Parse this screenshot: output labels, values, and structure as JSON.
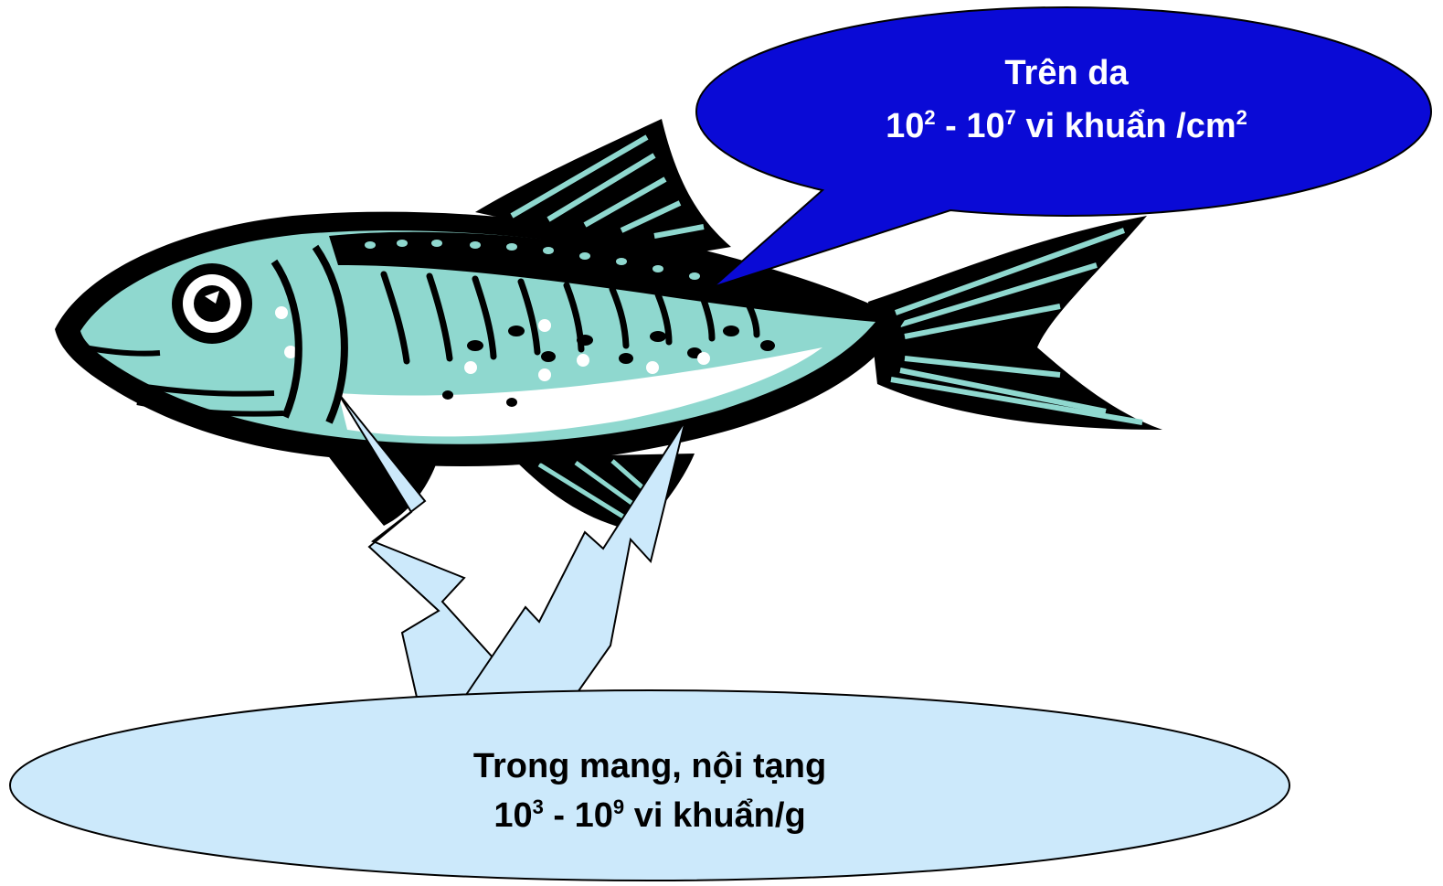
{
  "skin_callout": {
    "line1": "Trên da",
    "line2_a": "10",
    "line2_a_exp": "2",
    "line2_sep": " - 10",
    "line2_b_exp": "7",
    "line2_tail": " vi khuẩn /cm",
    "line2_tail_exp": "2",
    "fill_color": "#0a0ad6",
    "text_color": "#ffffff"
  },
  "internal_callout": {
    "line1": "Trong mang, nội tạng",
    "line2_a": "10",
    "line2_a_exp": "3",
    "line2_sep": " - 10",
    "line2_b_exp": "9",
    "line2_tail": " vi khuẩn/g",
    "fill_color": "#cce9fb",
    "text_color": "#000000"
  },
  "fish": {
    "body_color": "#8fd8cf",
    "belly_color": "#ffffff",
    "outline_color": "#000000"
  }
}
